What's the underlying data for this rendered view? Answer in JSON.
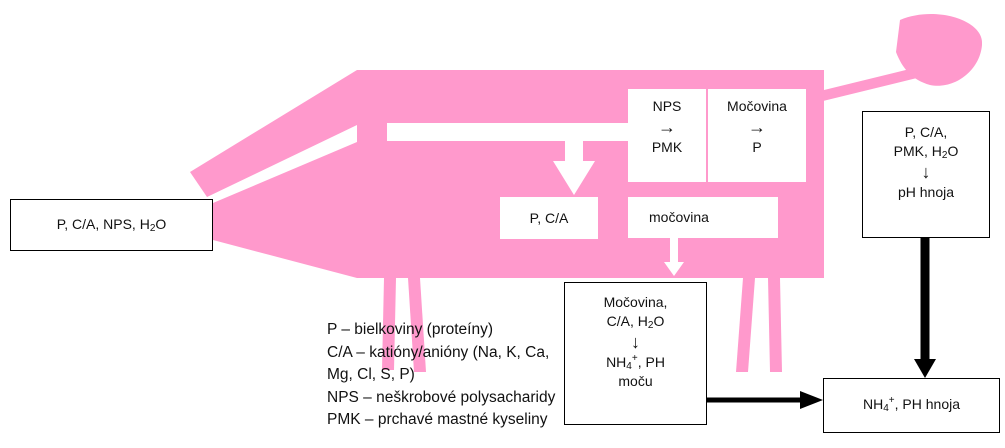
{
  "feed_box": {
    "text": "P, C/A, NPS, H",
    "h2o_sub": "2",
    "h2o_o": "O"
  },
  "rumen_box": {
    "text": "P, C/A"
  },
  "nps_box": {
    "line1": "NPS",
    "arrow": "→",
    "line3": "PMK"
  },
  "mocovina_conv_box": {
    "line1": "Močovina",
    "arrow": "→",
    "line3": "P"
  },
  "mocovina_box": {
    "text": "močovina"
  },
  "urine_box": {
    "line1": "Močovina,",
    "line2_a": "C/A, H",
    "line2_sub": "2",
    "line2_b": "O",
    "arrow": "↓",
    "line4_a": "NH",
    "line4_sub": "4",
    "line4_sup": "+",
    "line4_b": ", PH",
    "line5": "moču"
  },
  "manure_ph_box": {
    "line1": "P, C/A,",
    "line2_a": "PMK, H",
    "line2_sub": "2",
    "line2_b": "O",
    "arrow": "↓",
    "line4": "pH hnoja"
  },
  "result_box": {
    "text_a": "NH",
    "text_sub": "4",
    "text_sup": "+",
    "text_b": ", PH hnoja"
  },
  "legend": [
    "P – bielkoviny (proteíny)",
    "C/A – katióny/anióny (Na, K, Ca,",
    "Mg, Cl, S, P)",
    "NPS – neškrobové polysacharidy",
    "PMK – prchavé mastné kyseliny"
  ],
  "colors": {
    "cow": "#FF99CC",
    "arrow_black": "#000000",
    "arrow_white": "#FFFFFF"
  }
}
